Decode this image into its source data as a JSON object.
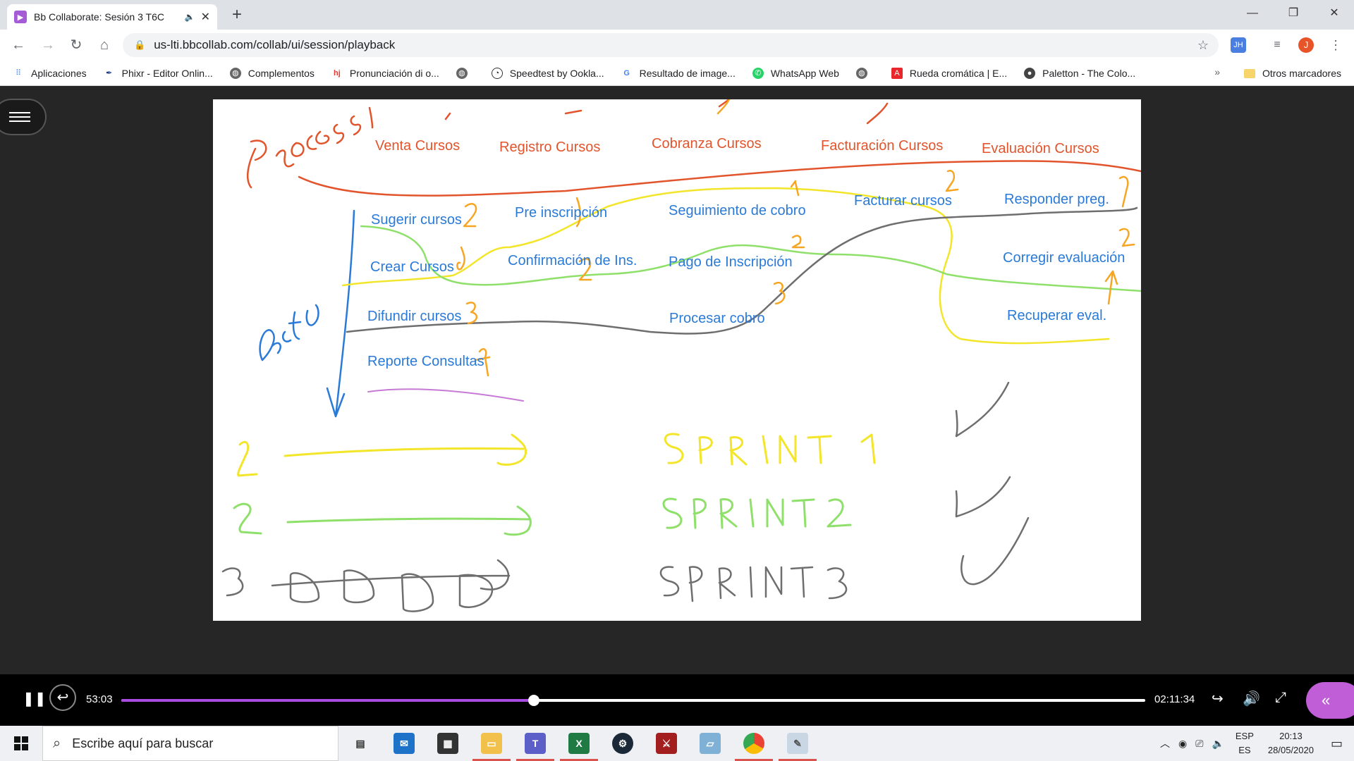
{
  "browser": {
    "tab_title": "Bb Collaborate: Sesión 3 T6C",
    "url": "us-lti.bbcollab.com/collab/ui/session/playback",
    "profile_initial": "J",
    "extension_label": "JH",
    "bookmarks": [
      {
        "label": "Aplicaciones",
        "icon": "apps-grid-icon",
        "color": "#4285f4"
      },
      {
        "label": "Phixr - Editor Onlin...",
        "icon": "phixr-icon",
        "color": "#1b3a8c"
      },
      {
        "label": "Complementos",
        "icon": "globe-icon",
        "color": "#555555"
      },
      {
        "label": "Pronunciación di o...",
        "icon": "hj-icon",
        "color": "#e53935"
      },
      {
        "label": "",
        "icon": "globe-icon",
        "color": "#555555"
      },
      {
        "label": "Speedtest by Ookla...",
        "icon": "speedtest-icon",
        "color": "#333333"
      },
      {
        "label": "Resultado de image...",
        "icon": "google-icon",
        "color": "#4285f4"
      },
      {
        "label": "WhatsApp Web",
        "icon": "whatsapp-icon",
        "color": "#25d366"
      },
      {
        "label": "",
        "icon": "globe-icon",
        "color": "#555555"
      },
      {
        "label": "Rueda cromática | E...",
        "icon": "adobe-icon",
        "color": "#e8262c"
      },
      {
        "label": "Paletton - The Colo...",
        "icon": "paletton-icon",
        "color": "#444444"
      }
    ],
    "bookmarks_more": "»",
    "other_bookmarks": "Otros marcadores"
  },
  "whiteboard": {
    "process_word": "Process",
    "activity_word": "Activity",
    "processes": [
      "Venta Cursos",
      "Registro Cursos",
      "Cobranza Cursos",
      "Facturación Cursos",
      "Evaluación Cursos"
    ],
    "activities": {
      "venta": [
        "Sugerir cursos",
        "Crear Cursos",
        "Difundir cursos",
        "Reporte Consultas"
      ],
      "registro": [
        "Pre inscripción",
        "Confirmación de Ins."
      ],
      "cobranza": [
        "Seguimiento de cobro",
        "Pago de Inscripción",
        "Procesar cobro"
      ],
      "facturacion": [
        "Facturar cursos"
      ],
      "evaluacion": [
        "Responder preg.",
        "Corregir evaluación",
        "Recuperar eval."
      ]
    },
    "sprints": [
      {
        "number": "1",
        "label": "SPRINT 1",
        "color": "#f2e52a",
        "done": true
      },
      {
        "number": "2",
        "label": "SPRINT 2",
        "color": "#8fe06a",
        "done": true
      },
      {
        "number": "3",
        "label": "SPRINT 3",
        "color": "#6e6e6e",
        "done": true
      }
    ],
    "colors": {
      "red": "#e2542c",
      "blue": "#2a7ad8",
      "yellow": "#f2e52a",
      "orange": "#f6a623",
      "green": "#8fe06a",
      "gray": "#6e6e6e",
      "purple": "#c67ad6"
    }
  },
  "player": {
    "current_time": "53:03",
    "total_time": "02:11:34",
    "progress": 0.4029
  },
  "taskbar": {
    "search_placeholder": "Escribe aquí para buscar",
    "language": "ESP",
    "language_sub": "ES",
    "time": "20:13",
    "date": "28/05/2020"
  }
}
